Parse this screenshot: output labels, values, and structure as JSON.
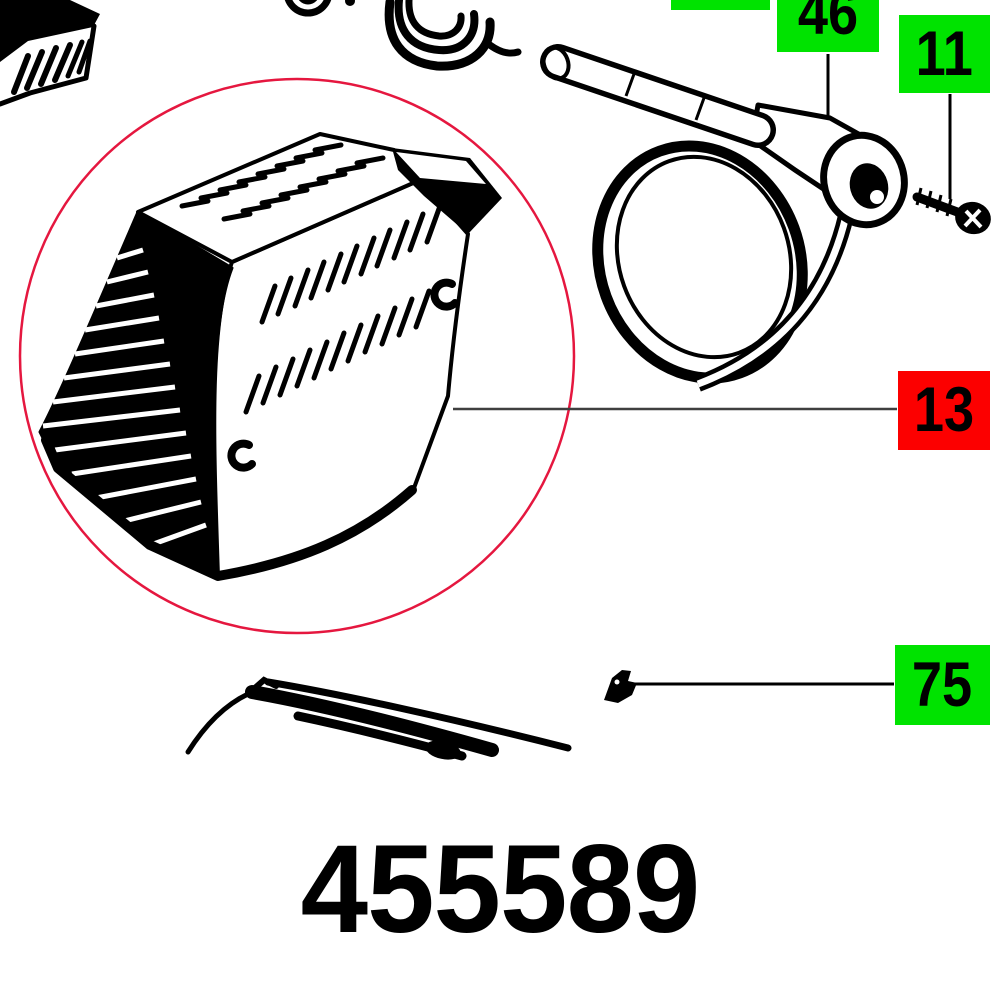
{
  "part_number": "455589",
  "callouts": [
    {
      "id": "top-partial",
      "label": "",
      "color": "green"
    },
    {
      "id": "46",
      "label": "46",
      "color": "green"
    },
    {
      "id": "11",
      "label": "11",
      "color": "green"
    },
    {
      "id": "13",
      "label": "13",
      "color": "red"
    },
    {
      "id": "75",
      "label": "75",
      "color": "green"
    }
  ],
  "highlighted_callout": "13",
  "colors": {
    "callout_green": "#00e300",
    "callout_red": "#fc0000",
    "highlight_circle": "#e5173f",
    "pointer_gray": "#3f3f3f",
    "ink": "#000000"
  }
}
